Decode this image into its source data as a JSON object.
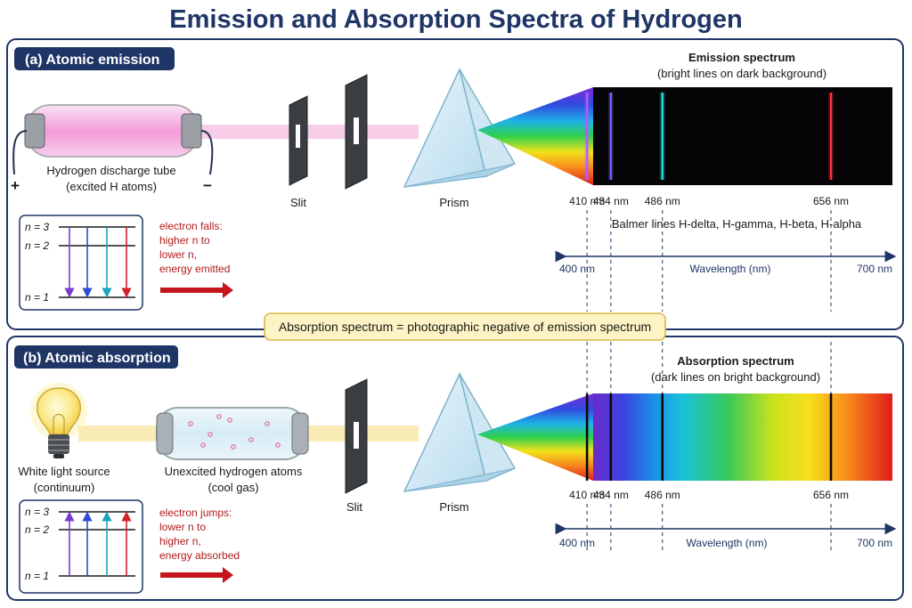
{
  "title": "Emission and Absorption Spectra of Hydrogen",
  "banner": "Absorption spectrum = photographic negative of emission spectrum",
  "emission": {
    "panel_label": "(a) Atomic emission",
    "tube_label_1": "Hydrogen discharge tube",
    "tube_label_2": "(excited H atoms)",
    "plus": "+",
    "minus": "−",
    "slit_label": "Slit",
    "prism_label": "Prism",
    "spectrum_title": "Emission spectrum",
    "spectrum_subtitle": "(bright lines on dark background)",
    "balmer_caption": "Balmer lines H-delta, H-gamma, H-beta, H-alpha",
    "explain_1": "electron falls:",
    "explain_2": "higher n to",
    "explain_3": "lower n,",
    "explain_4": "energy emitted",
    "levels": [
      "n = 3",
      "n = 2",
      "n = 1"
    ]
  },
  "absorption": {
    "panel_label": "(b) Atomic absorption",
    "source_label_1": "White light source",
    "source_label_2": "(continuum)",
    "gas_label_1": "Unexcited hydrogen atoms",
    "gas_label_2": "(cool gas)",
    "slit_label": "Slit",
    "prism_label": "Prism",
    "spectrum_title": "Absorption spectrum",
    "spectrum_subtitle": "(dark lines on bright background)",
    "explain_1": "electron jumps:",
    "explain_2": "lower n to",
    "explain_3": "higher n,",
    "explain_4": "energy absorbed",
    "levels": [
      "n = 3",
      "n = 2",
      "n = 1"
    ]
  },
  "axis": {
    "min_label": "400 nm",
    "max_label": "700 nm",
    "label": "Wavelength (nm)",
    "range": [
      400,
      700
    ]
  },
  "lines": [
    {
      "wavelength": 410,
      "label": "410 nm",
      "name": "H-delta",
      "color": "#b15cff"
    },
    {
      "wavelength": 434,
      "label": "434 nm",
      "name": "H-gamma",
      "color": "#7a66ff"
    },
    {
      "wavelength": 486,
      "label": "486 nm",
      "name": "H-beta",
      "color": "#2fe0d8"
    },
    {
      "wavelength": 656,
      "label": "656 nm",
      "name": "H-alpha",
      "color": "#ff3344"
    }
  ],
  "colors": {
    "navy": "#1f3566",
    "accent_red": "#b01c1c",
    "banner_fill": "#fdf3c4",
    "banner_border": "#d7b84a"
  }
}
